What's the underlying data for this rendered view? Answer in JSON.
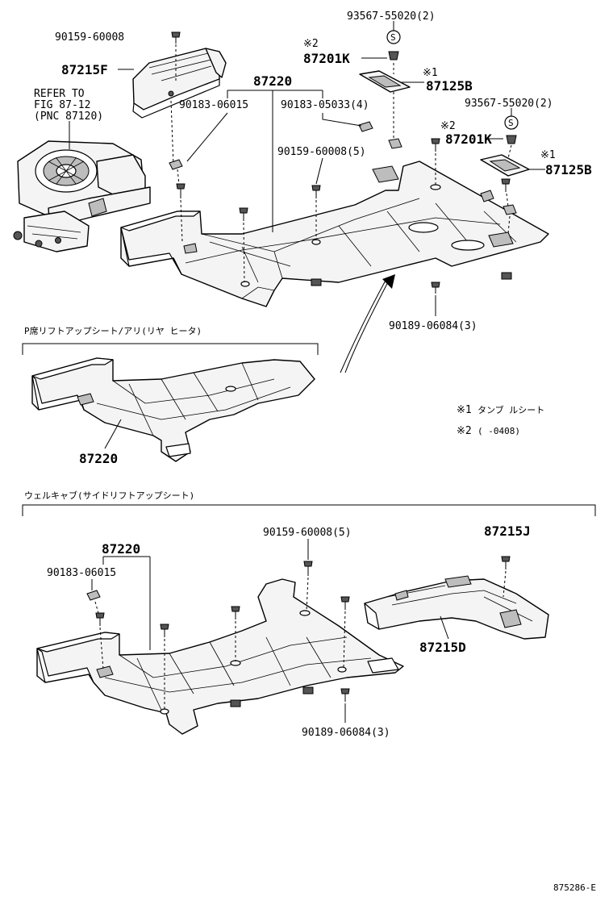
{
  "parts": {
    "p90159_top": "90159-60008",
    "p87215F": "87215F",
    "p93567_a": "93567-55020(2)",
    "p87201K_a": "87201K",
    "p87125B_a": "87125B",
    "refer_1": "REFER TO",
    "refer_2": "FIG 87-12",
    "refer_3": "(PNC 87120)",
    "p87220_main": "87220",
    "p90183_06015_main": "90183-06015",
    "p90183_05033": "90183-05033(4)",
    "p93567_b": "93567-55020(2)",
    "p87201K_b": "87201K",
    "p87125B_b": "87125B",
    "p90159_5_main": "90159-60008(5)",
    "p90189_main": "90189-06084(3)",
    "p87220_mid": "87220",
    "p90159_5_low": "90159-60008(5)",
    "p87215J": "87215J",
    "p87220_low": "87220",
    "p90183_06015_low": "90183-06015",
    "p87215D": "87215D",
    "p90189_low": "90189-06084(3)"
  },
  "marks": {
    "note1_a": "※1",
    "note2_a": "※2",
    "note1_b": "※1",
    "note2_b": "※2",
    "s_symbol": "S"
  },
  "sections": {
    "mid_title": "P席リフトアップシート/アリ(リヤ  ヒータ)",
    "low_title": "ウェルキャブ(サイドリフトアップシート)"
  },
  "legend": {
    "note1_sym": "※1",
    "note1_text": "タンブ ルシート",
    "note2_sym": "※2",
    "note2_text": "(      -0408)"
  },
  "figure_code": "875286-E"
}
